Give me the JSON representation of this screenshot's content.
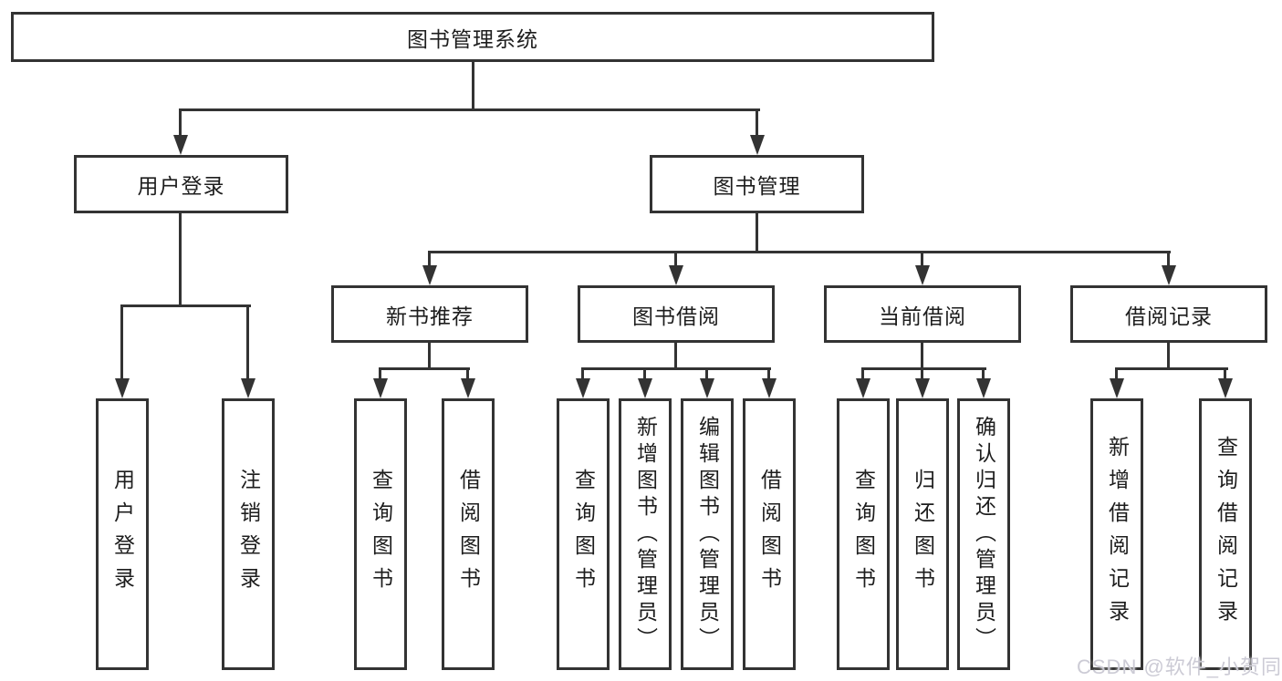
{
  "tree": {
    "root": "图书管理系统",
    "login": {
      "label": "用户登录",
      "children": [
        "用户登录",
        "注销登录"
      ]
    },
    "management": {
      "label": "图书管理",
      "groups": [
        {
          "label": "新书推荐",
          "children": [
            "查询图书",
            "借阅图书"
          ]
        },
        {
          "label": "图书借阅",
          "children": [
            "查询图书",
            "新增图书（管理员）",
            "编辑图书（管理员）",
            "借阅图书"
          ]
        },
        {
          "label": "当前借阅",
          "children": [
            "查询图书",
            "归还图书",
            "确认归还（管理员）"
          ]
        },
        {
          "label": "借阅记录",
          "children": [
            "新增借阅记录",
            "查询借阅记录"
          ]
        }
      ]
    }
  },
  "watermark": "CSDN @软件_小贺同学",
  "colors": {
    "line": "#333333",
    "text": "#1d1d1d",
    "background": "#ffffff",
    "watermark": "#cac9d3"
  }
}
